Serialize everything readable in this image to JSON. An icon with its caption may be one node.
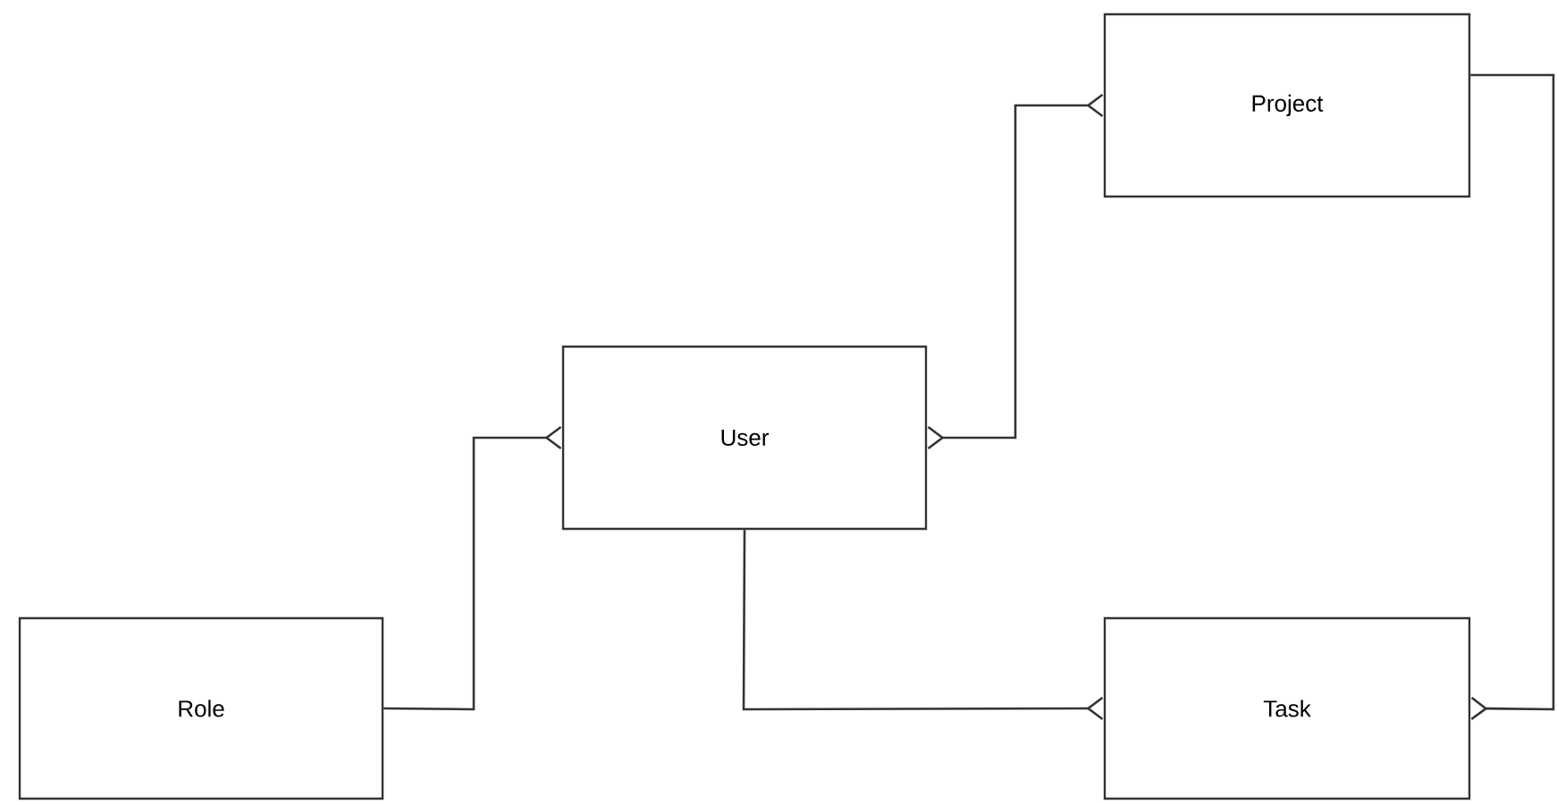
{
  "diagram": {
    "nodes": [
      {
        "text": [
          "Project"
        ]
      },
      {
        "text": [
          "User"
        ]
      },
      {
        "text": [
          "Role"
        ]
      },
      {
        "text": [
          "Task"
        ]
      }
    ],
    "edges": [
      {
        "from": 2,
        "to": 1,
        "arrow": "other"
      },
      {
        "from": 1,
        "to": 0,
        "arrow": "other"
      },
      {
        "from": 1,
        "to": 3,
        "arrow": "other"
      },
      {
        "from": 0,
        "to": 3,
        "arrow": "other"
      }
    ]
  }
}
